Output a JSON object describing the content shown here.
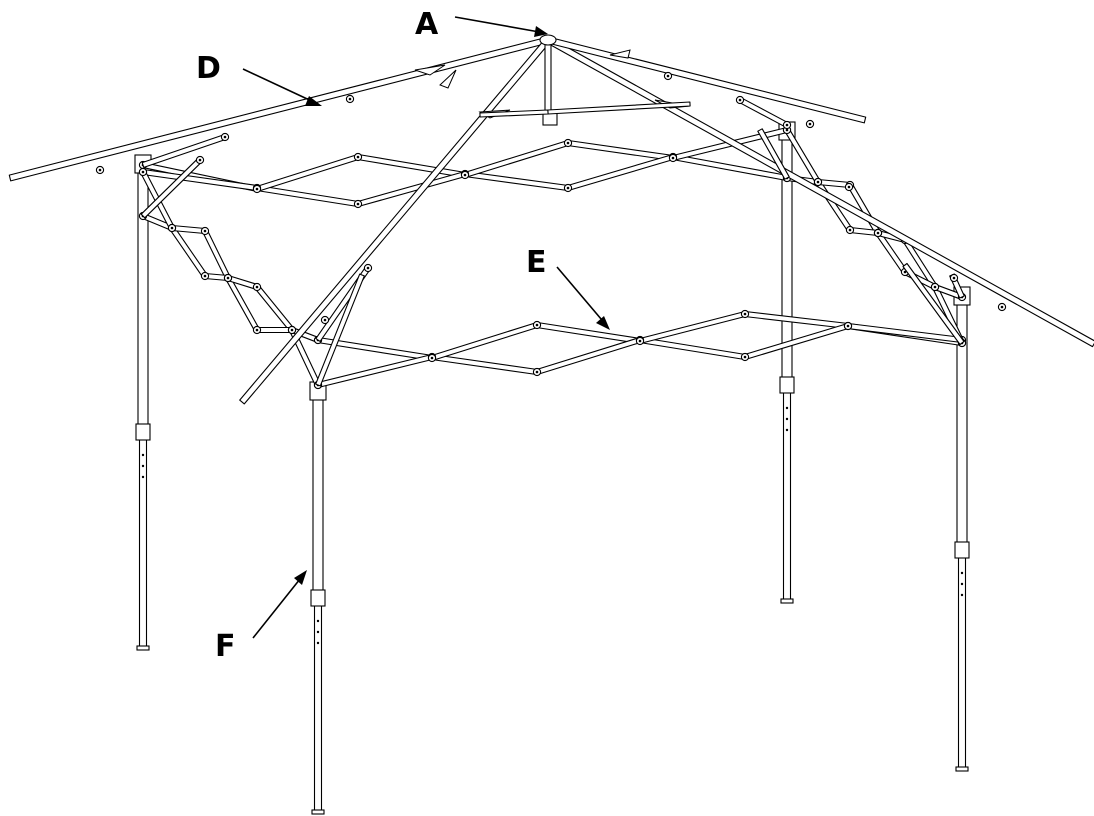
{
  "diagram": {
    "labels": {
      "a": "A",
      "d": "D",
      "e": "E",
      "f": "F"
    },
    "colors": {
      "line": "#000000",
      "background": "#ffffff"
    }
  }
}
